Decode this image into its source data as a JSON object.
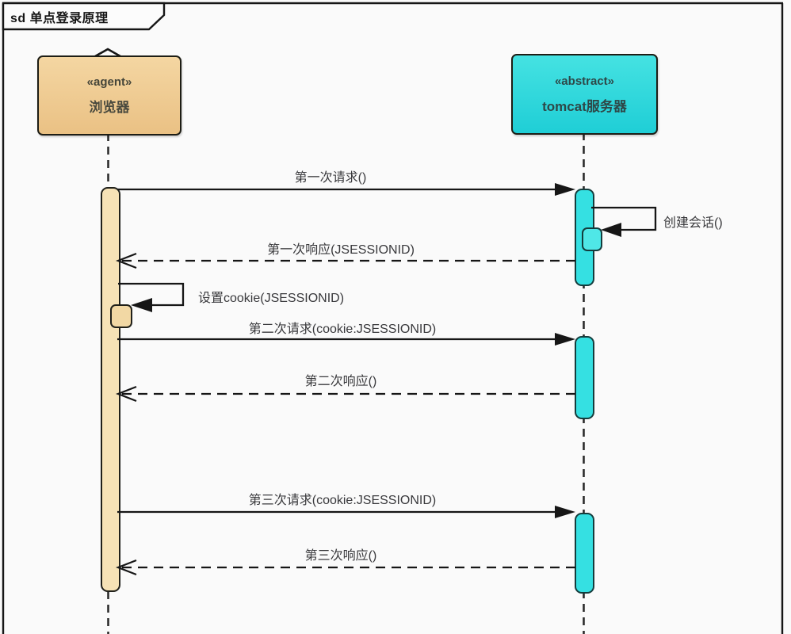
{
  "frame": {
    "title": "sd 单点登录原理"
  },
  "participants": [
    {
      "stereotype": "«agent»",
      "name": "浏览器",
      "fill": "#F0CB92",
      "activation_fill": "#F6E2B6"
    },
    {
      "stereotype": "«abstract»",
      "name": "tomcat服务器",
      "fill": "#2BD8DB",
      "activation_fill": "#35E0E2"
    }
  ],
  "messages": [
    {
      "label": "第一次请求()",
      "from": "浏览器",
      "to": "tomcat服务器",
      "kind": "request"
    },
    {
      "label": "创建会话()",
      "from": "tomcat服务器",
      "to": "tomcat服务器",
      "kind": "self"
    },
    {
      "label": "第一次响应(JSESSIONID)",
      "from": "tomcat服务器",
      "to": "浏览器",
      "kind": "return"
    },
    {
      "label": "设置cookie(JSESSIONID)",
      "from": "浏览器",
      "to": "浏览器",
      "kind": "self"
    },
    {
      "label": "第二次请求(cookie:JSESSIONID)",
      "from": "浏览器",
      "to": "tomcat服务器",
      "kind": "request"
    },
    {
      "label": "第二次响应()",
      "from": "tomcat服务器",
      "to": "浏览器",
      "kind": "return"
    },
    {
      "label": "第三次请求(cookie:JSESSIONID)",
      "from": "浏览器",
      "to": "tomcat服务器",
      "kind": "request"
    },
    {
      "label": "第三次响应()",
      "from": "tomcat服务器",
      "to": "浏览器",
      "kind": "return"
    }
  ],
  "colors": {
    "browser_box": "#F0CB92",
    "browser_activation": "#F6E2B6",
    "server_box": "#2BD8DB",
    "server_activation": "#35E0E2",
    "line": "#1A1A1A",
    "background": "#FAFAFA"
  }
}
